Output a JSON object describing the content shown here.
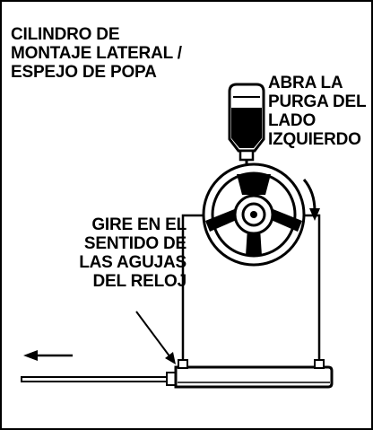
{
  "labels": {
    "title": [
      "CILINDRO DE",
      "MONTAJE LATERAL /",
      "ESPEJO DE POPA"
    ],
    "purge": [
      "ABRA LA",
      "PURGA DEL",
      "LADO",
      "IZQUIERDO"
    ],
    "rotate": [
      "GIRE EN EL",
      "SENTIDO DE",
      "LAS AGUJAS",
      "DEL RELOJ"
    ]
  },
  "icons": [
    "oil-bottle-icon",
    "steering-wheel-icon",
    "hydraulic-cylinder-icon",
    "clockwise-arrow-icon",
    "left-arrow-icon",
    "pointer-arrow-icon"
  ]
}
